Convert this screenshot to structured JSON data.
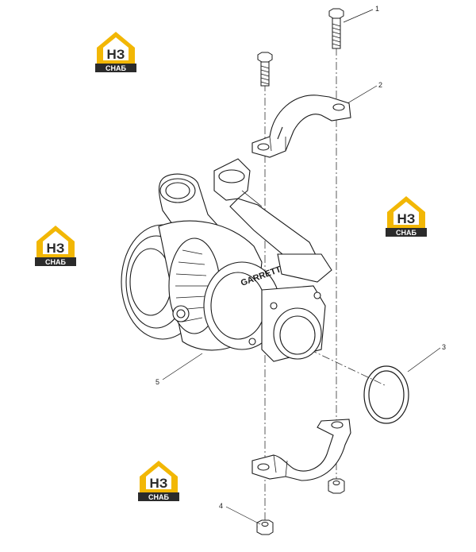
{
  "logo": {
    "mark": "НЗ",
    "wordmark": "СНАБ",
    "colors": {
      "roof": "#f2b705",
      "dark": "#2b2b2b",
      "text": "#ffffff"
    }
  },
  "callouts": {
    "c1": "1",
    "c2": "2",
    "c3": "3",
    "c4": "4",
    "c5": "5"
  },
  "turbo_housing_text": "GARRETT POWER",
  "colors": {
    "line": "#1a1a1a",
    "dash": "#333333"
  }
}
